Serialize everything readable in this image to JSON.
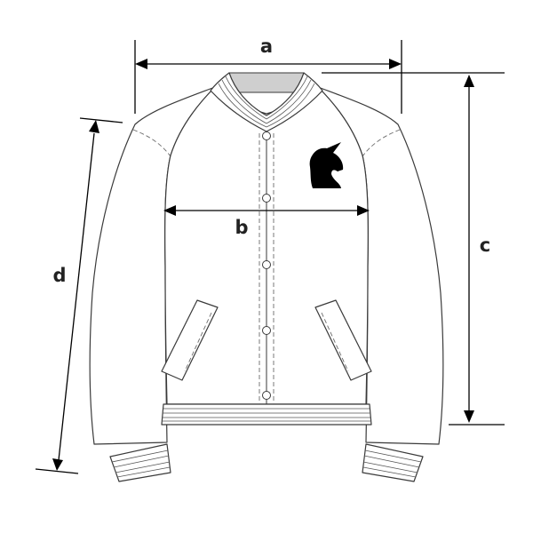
{
  "measurements": {
    "a": "a",
    "b": "b",
    "c": "c",
    "d": "d"
  },
  "colors": {
    "outline": "#3a3a3a",
    "collar_fill": "#cfcfcf",
    "logo": "#000000",
    "background": "#ffffff"
  },
  "icons": {
    "logo": "unicorn-head-icon"
  }
}
